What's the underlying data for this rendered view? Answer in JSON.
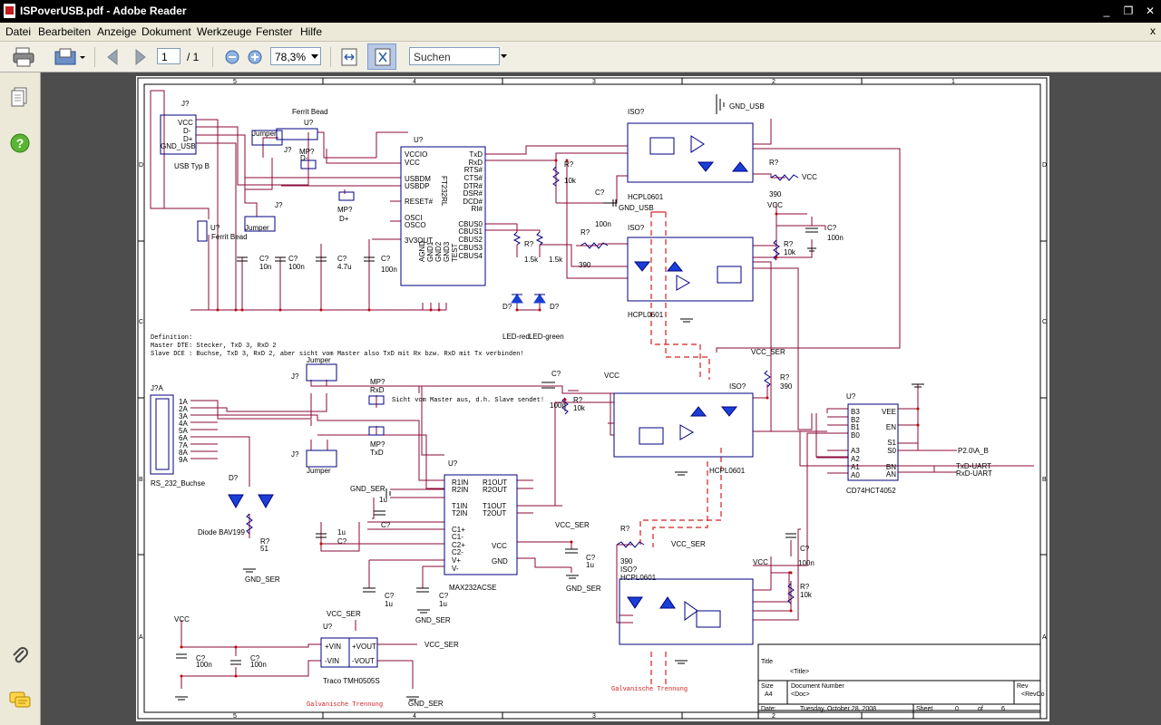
{
  "window": {
    "title": "ISPoverUSB.pdf - Adobe Reader",
    "minimize": "_",
    "restore": "❐",
    "close": "✕"
  },
  "menu": {
    "items": [
      "Datei",
      "Bearbeiten",
      "Anzeige",
      "Dokument",
      "Werkzeuge",
      "Fenster",
      "Hilfe"
    ],
    "close": "x"
  },
  "toolbar": {
    "page_current": "1",
    "page_total": "/ 1",
    "zoom": "78,3%",
    "search_placeholder": "Suchen"
  },
  "icons": {
    "print": "print-icon",
    "email": "email-icon",
    "prev": "prev-page-icon",
    "next": "next-page-icon",
    "zoom_out": "zoom-out-icon",
    "zoom_in": "zoom-in-icon",
    "fit_width": "fit-width-icon",
    "fit_page": "fit-page-icon",
    "pages": "pages-panel-icon",
    "help": "help-icon",
    "attachments": "attachments-icon",
    "comments": "comments-icon"
  },
  "colors": {
    "wire": "#8b0a3a",
    "component": "#000080",
    "diode_fill": "#1a3fd6",
    "isolation_line": "#d42020",
    "pin_red": "#c00000"
  },
  "schematic": {
    "border_cols_top": [
      "5",
      "4",
      "3",
      "2",
      "1"
    ],
    "border_rows": [
      "D",
      "C",
      "B",
      "A"
    ],
    "labels": {
      "j_usb": "J?",
      "usb_type": "USB Typ B",
      "vcc_pin": "VCC",
      "dminus": "D-",
      "dplus": "D+",
      "gnd_usb_pin": "GND_USB",
      "ferrit_bead_top": "Ferrit Bead",
      "ferrit_bead_left": "Ferrit Bead",
      "u_ferrit": "U?",
      "jumper1": "Jumper",
      "jumper2": "Jumper",
      "j_q1": "J?",
      "j_q2": "J?",
      "mp_d_minus": "MP?",
      "mp_d_minus2": "D-",
      "mp_d_plus": "MP?",
      "mp_d_plus2": "D+",
      "ft_u": "U?",
      "ft_name": "FT232RL",
      "ft_left_pins": [
        "VCCIO",
        "VCC",
        "USBDM",
        "USBDP",
        "RESET#",
        "OSCI",
        "OSCO",
        "3V3OUT"
      ],
      "ft_right_pins": [
        "TxD",
        "RxD",
        "RTS#",
        "CTS#",
        "DTR#",
        "DSR#",
        "DCD#",
        "RI#",
        "CBUS0",
        "CBUS1",
        "CBUS2",
        "CBUS3",
        "CBUS4"
      ],
      "ft_bottom_pins": [
        "AGND",
        "GND1",
        "GND2",
        "GND3",
        "TEST"
      ],
      "c1": "C?",
      "c1v": "10n",
      "c2": "C?",
      "c2v": "100n",
      "c3": "C?",
      "c3v": "4.7u",
      "c4": "C?",
      "c4v": "100n",
      "led_red": "LED-red",
      "led_green": "LED-green",
      "d_q": "D?",
      "r_q": "R?",
      "r15k": "1.5k",
      "r10k": "10k",
      "r390": "390",
      "iso_q": "ISO?",
      "hcpl": "HCPL0601",
      "gnd_usb": "GND_USB",
      "vcc": "VCC",
      "vcc_ser": "VCC_SER",
      "gnd_ser": "GND_SER",
      "c100n": "100n",
      "c1u": "1u",
      "definition": "Definition:",
      "def_line1": "Master DTE: Stecker, TxD 3, RxD 2",
      "def_line2": "Slave DCE : Buchse, TxD 3, RxD 2, aber sicht vom Master also TxD mit Rx bzw. RxD mit Tx verbinden!",
      "j_a": "J?A",
      "rs232": "RS_232_Buchse",
      "rs_pins": [
        "1A",
        "2A",
        "3A",
        "4A",
        "5A",
        "6A",
        "7A",
        "8A",
        "9A"
      ],
      "jumper3": "Jumper",
      "jumper4": "Jumper",
      "mp_rxd": "MP?",
      "mp_rxd2": "RxD",
      "mp_txd": "MP?",
      "mp_txd2": "TxD",
      "master_note": "Sicht vom Master aus, d.h. Slave sendet!",
      "diode_bav": "Diode BAV199",
      "r51": "51",
      "max_u": "U?",
      "max_name": "MAX232ACSE",
      "max_left_pins": [
        "R1IN",
        "R2IN",
        "T1IN",
        "T2IN",
        "C1+",
        "C1-",
        "C2+",
        "C2-",
        "V+",
        "V-"
      ],
      "max_right_pins": [
        "R1OUT",
        "R2OUT",
        "T1OUT",
        "T2OUT",
        "VCC",
        "GND"
      ],
      "cd_u": "U?",
      "cd_name": "CD74HCT4052",
      "cd_left_pins": [
        "B3",
        "B2",
        "B1",
        "B0",
        "A3",
        "A2",
        "A1",
        "A0"
      ],
      "cd_right_pins": [
        "VEE",
        "EN",
        "S1",
        "S0",
        "BN",
        "AN"
      ],
      "p2": "P2.0\\A_B",
      "txd_uart": "TxD-UART",
      "rxd_uart": "RxD-UART",
      "traco_u": "U?",
      "traco": "Traco TMH0505S",
      "traco_pins": [
        "+VIN",
        "-VIN",
        "+VOUT",
        "-VOUT"
      ],
      "galv1": "Galvanische Trennung",
      "galv2": "Galvanische Trennung",
      "tb_title": "Title",
      "tb_title_val": "<Title>",
      "tb_size": "Size",
      "tb_size_val": "A4",
      "tb_docnum": "Document Number",
      "tb_docnum_val": "<Doc>",
      "tb_rev": "Rev",
      "tb_rev_val": "<RevCo",
      "tb_date": "Date:",
      "tb_date_val": "Tuesday, October 28, 2008",
      "tb_sheet": "Sheet",
      "tb_sheet_val": "0",
      "tb_of": "of",
      "tb_of_val": "6"
    }
  }
}
